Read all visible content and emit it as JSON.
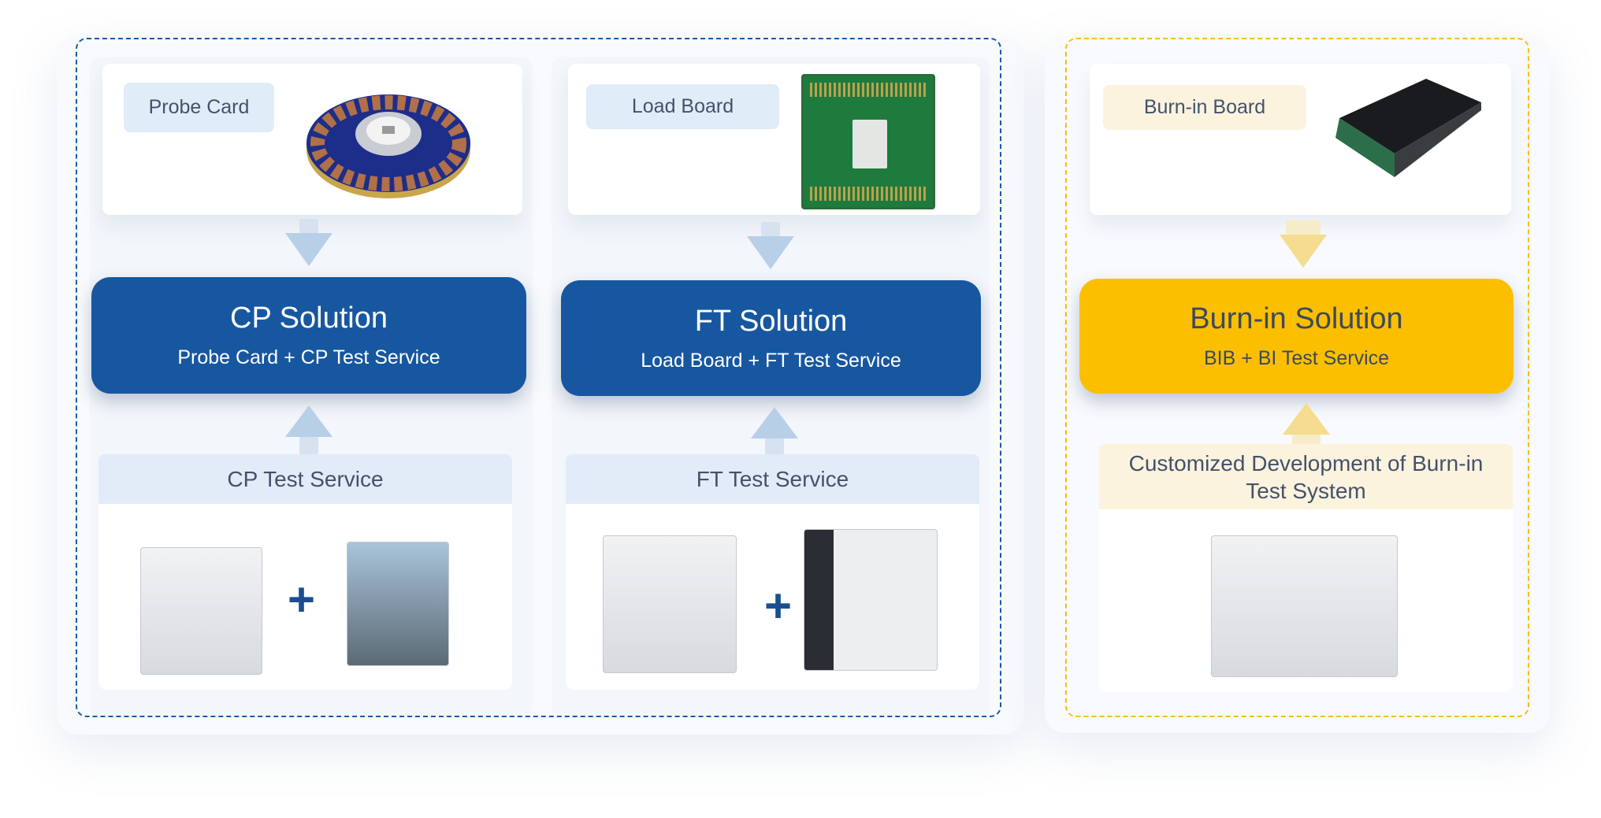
{
  "cp": {
    "component_label": "Probe Card",
    "solution_title": "CP Solution",
    "solution_subtitle": "Probe Card + CP Test Service",
    "service_label": "CP Test Service"
  },
  "ft": {
    "component_label": "Load Board",
    "solution_title": "FT Solution",
    "solution_subtitle": "Load Board + FT Test Service",
    "service_label": "FT Test Service"
  },
  "burnin": {
    "component_label": "Burn-in Board",
    "solution_title": "Burn-in Solution",
    "solution_subtitle": "BIB + BI Test Service",
    "service_label": "Customized Development of Burn-in Test System"
  },
  "colors": {
    "blue": "#1757a0",
    "yellow": "#fcbf00",
    "plus": "#1a4f8f"
  }
}
